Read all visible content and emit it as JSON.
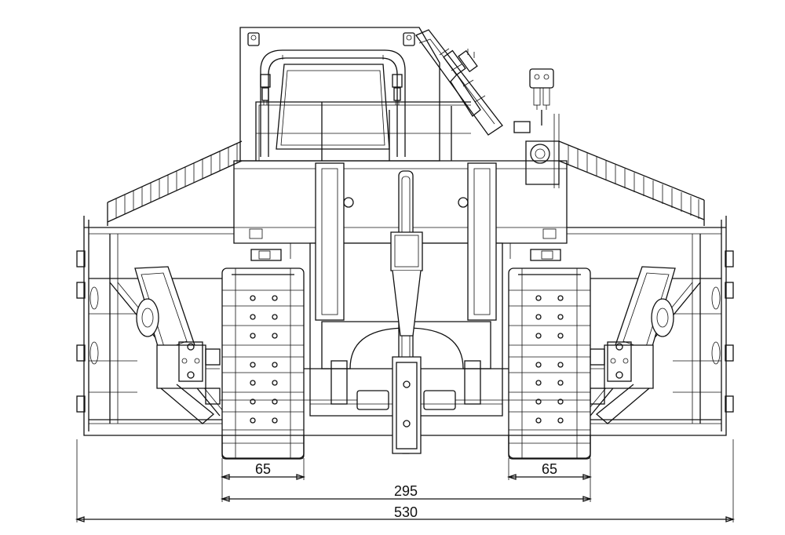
{
  "diagram": {
    "dimensions": [
      {
        "id": "left-track-width",
        "label": "65"
      },
      {
        "id": "right-track-width",
        "label": "65"
      },
      {
        "id": "track-gauge",
        "label": "295"
      },
      {
        "id": "overall-width",
        "label": "530"
      }
    ]
  }
}
